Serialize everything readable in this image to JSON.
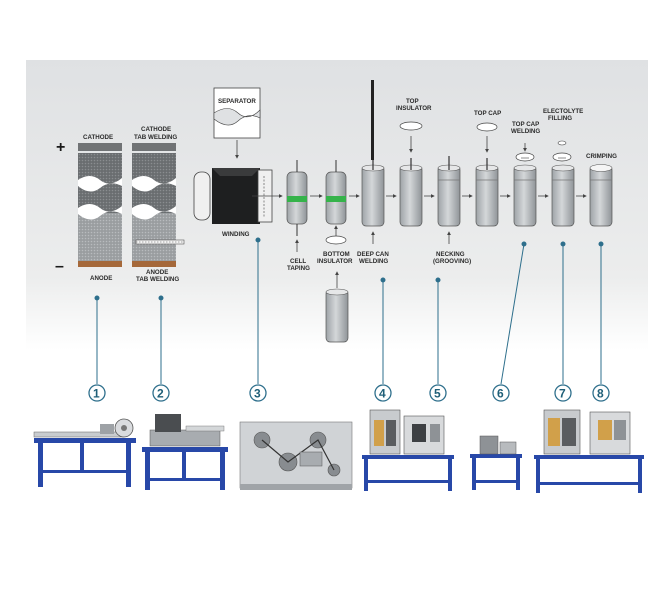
{
  "colors": {
    "process_bg": "#e6e7e8",
    "connector": "#2e6f8c",
    "machine_frame": "#2848a8",
    "can": "#bfc3c6",
    "tape": "#35b34a"
  },
  "signs": {
    "plus": "+",
    "minus": "–"
  },
  "labels": {
    "cathode": "CATHODE",
    "cathode_tab_1": "CATHODE",
    "cathode_tab_2": "TAB WELDING",
    "anode": "ANODE",
    "anode_tab_1": "ANODE",
    "anode_tab_2": "TAB WELDING",
    "separator": "SEPARATOR",
    "winding": "WINDING",
    "cell_taping_1": "CELL",
    "cell_taping_2": "TAPING",
    "bottom_insulator_1": "BOTTOM",
    "bottom_insulator_2": "INSULATOR",
    "deep_can_1": "DEEP CAN",
    "deep_can_2": "WELDING",
    "top_insulator_1": "TOP",
    "top_insulator_2": "INSULATOR",
    "necking_1": "NECKING",
    "necking_2": "(GROOVING)",
    "top_cap": "TOP CAP",
    "top_cap_welding_1": "TOP CAP",
    "top_cap_welding_2": "WELDING",
    "electrolyte_1": "ELECTOLYTE",
    "electrolyte_2": "FILLING",
    "crimping": "CRIMPING"
  },
  "stations": [
    "1",
    "2",
    "3",
    "4",
    "5",
    "6",
    "7",
    "8"
  ]
}
